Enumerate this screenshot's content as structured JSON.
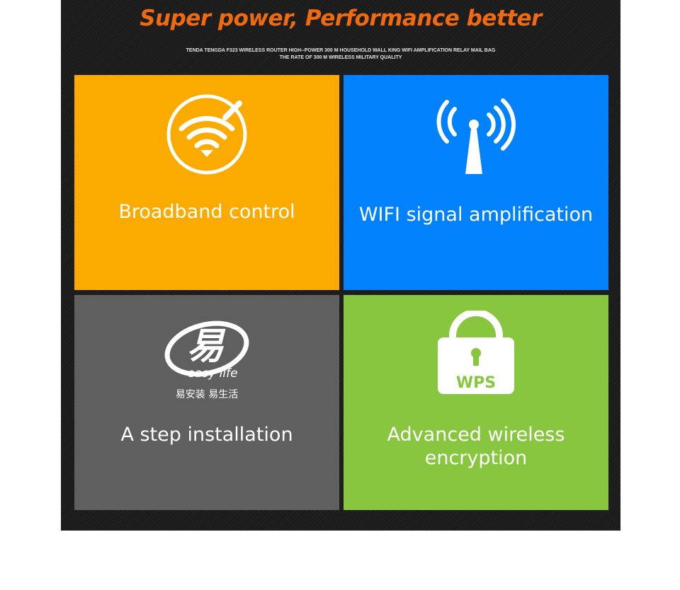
{
  "header": {
    "title": "Super power, Performance better",
    "subtitle_line1": "TENDA TENGDA F323 WIRELESS ROUTER HIGH--POWER 300 M HOUSEHOLD WALL KING WIFI AMPLIFICATION RELAY MAIL BAG",
    "subtitle_line2": "THE RATE OF 300 M WIRELESS MILITARY QUALITY"
  },
  "tiles": [
    {
      "label": "Broadband control",
      "color": "#fbab00",
      "icon": "wifi-gauge-icon"
    },
    {
      "label": "WIFI signal amplification",
      "color": "#0182fc",
      "icon": "antenna-signal-icon"
    },
    {
      "label": "A step installation",
      "color": "#5f5f5f",
      "icon": "easy-life-logo",
      "logo_text": "easy life",
      "logo_glyph": "易",
      "tagline": "易安装 易生活"
    },
    {
      "label_line1": "Advanced wireless",
      "label_line2": "encryption",
      "color": "#87c63e",
      "icon": "wps-lock-icon",
      "badge_text": "WPS"
    }
  ]
}
